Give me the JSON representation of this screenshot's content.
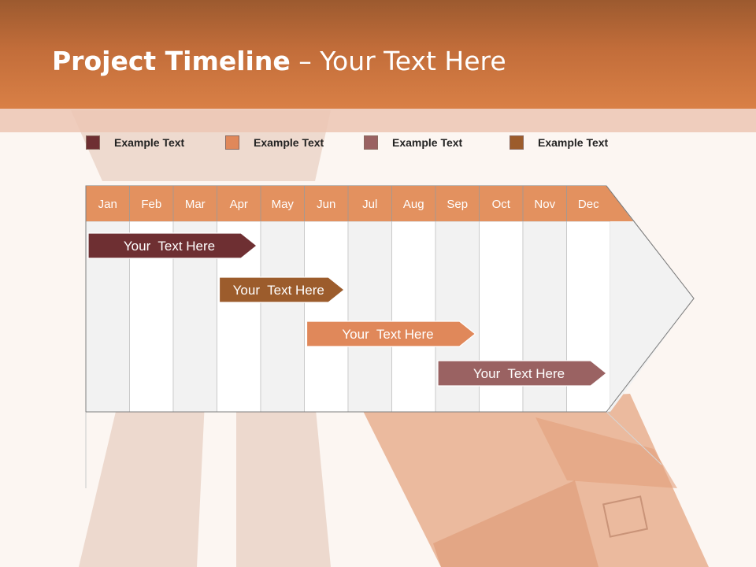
{
  "slide": {
    "title_bold": "Project Timeline",
    "title_rest": " – Your Text Here"
  },
  "legend": [
    {
      "label": "Example Text",
      "color": "#6e2f32"
    },
    {
      "label": "Example Text",
      "color": "#e0885a"
    },
    {
      "label": "Example Text",
      "color": "#9a6262"
    },
    {
      "label": "Example Text",
      "color": "#9c5c2c"
    }
  ],
  "months": [
    "Jan",
    "Feb",
    "Mar",
    "Apr",
    "May",
    "Jun",
    "Jul",
    "Aug",
    "Sep",
    "Oct",
    "Nov",
    "Dec"
  ],
  "bars": [
    {
      "label": "Your  Text Here",
      "color": "#6e2f32",
      "start_month": "Jan",
      "end_month": "Apr"
    },
    {
      "label": "Your  Text Here",
      "color": "#9c5c2c",
      "start_month": "Apr",
      "end_month": "Jun"
    },
    {
      "label": "Your  Text Here",
      "color": "#e0885a",
      "start_month": "Jun",
      "end_month": "Sep"
    },
    {
      "label": "Your  Text Here",
      "color": "#9a6262",
      "start_month": "Sep",
      "end_month": "Dec"
    }
  ],
  "colors": {
    "header": "#c8733f",
    "month_header": "#e3915f"
  }
}
